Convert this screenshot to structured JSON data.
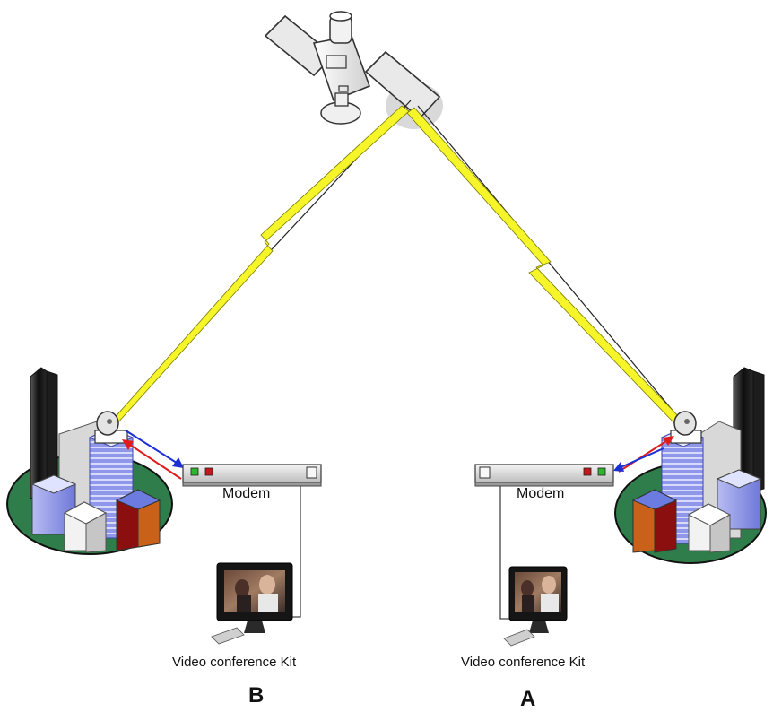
{
  "labels": {
    "modem_left": "Modem",
    "modem_right": "Modem",
    "kit_left": "Video conference Kit",
    "kit_right": "Video conference Kit",
    "site_left": "B",
    "site_right": "A"
  },
  "icons": {
    "satellite": "satellite-icon",
    "dish": "satellite-dish-icon",
    "buildings": "city-buildings-icon",
    "modem": "modem-icon",
    "monitor": "video-monitor-icon"
  },
  "colors": {
    "lightning": "#f5f52a",
    "uplink": "#1a2fd6",
    "downlink": "#e01b1b",
    "ground": "#2e7d4a",
    "led_green": "#2db52d",
    "led_red": "#c21a1a"
  }
}
